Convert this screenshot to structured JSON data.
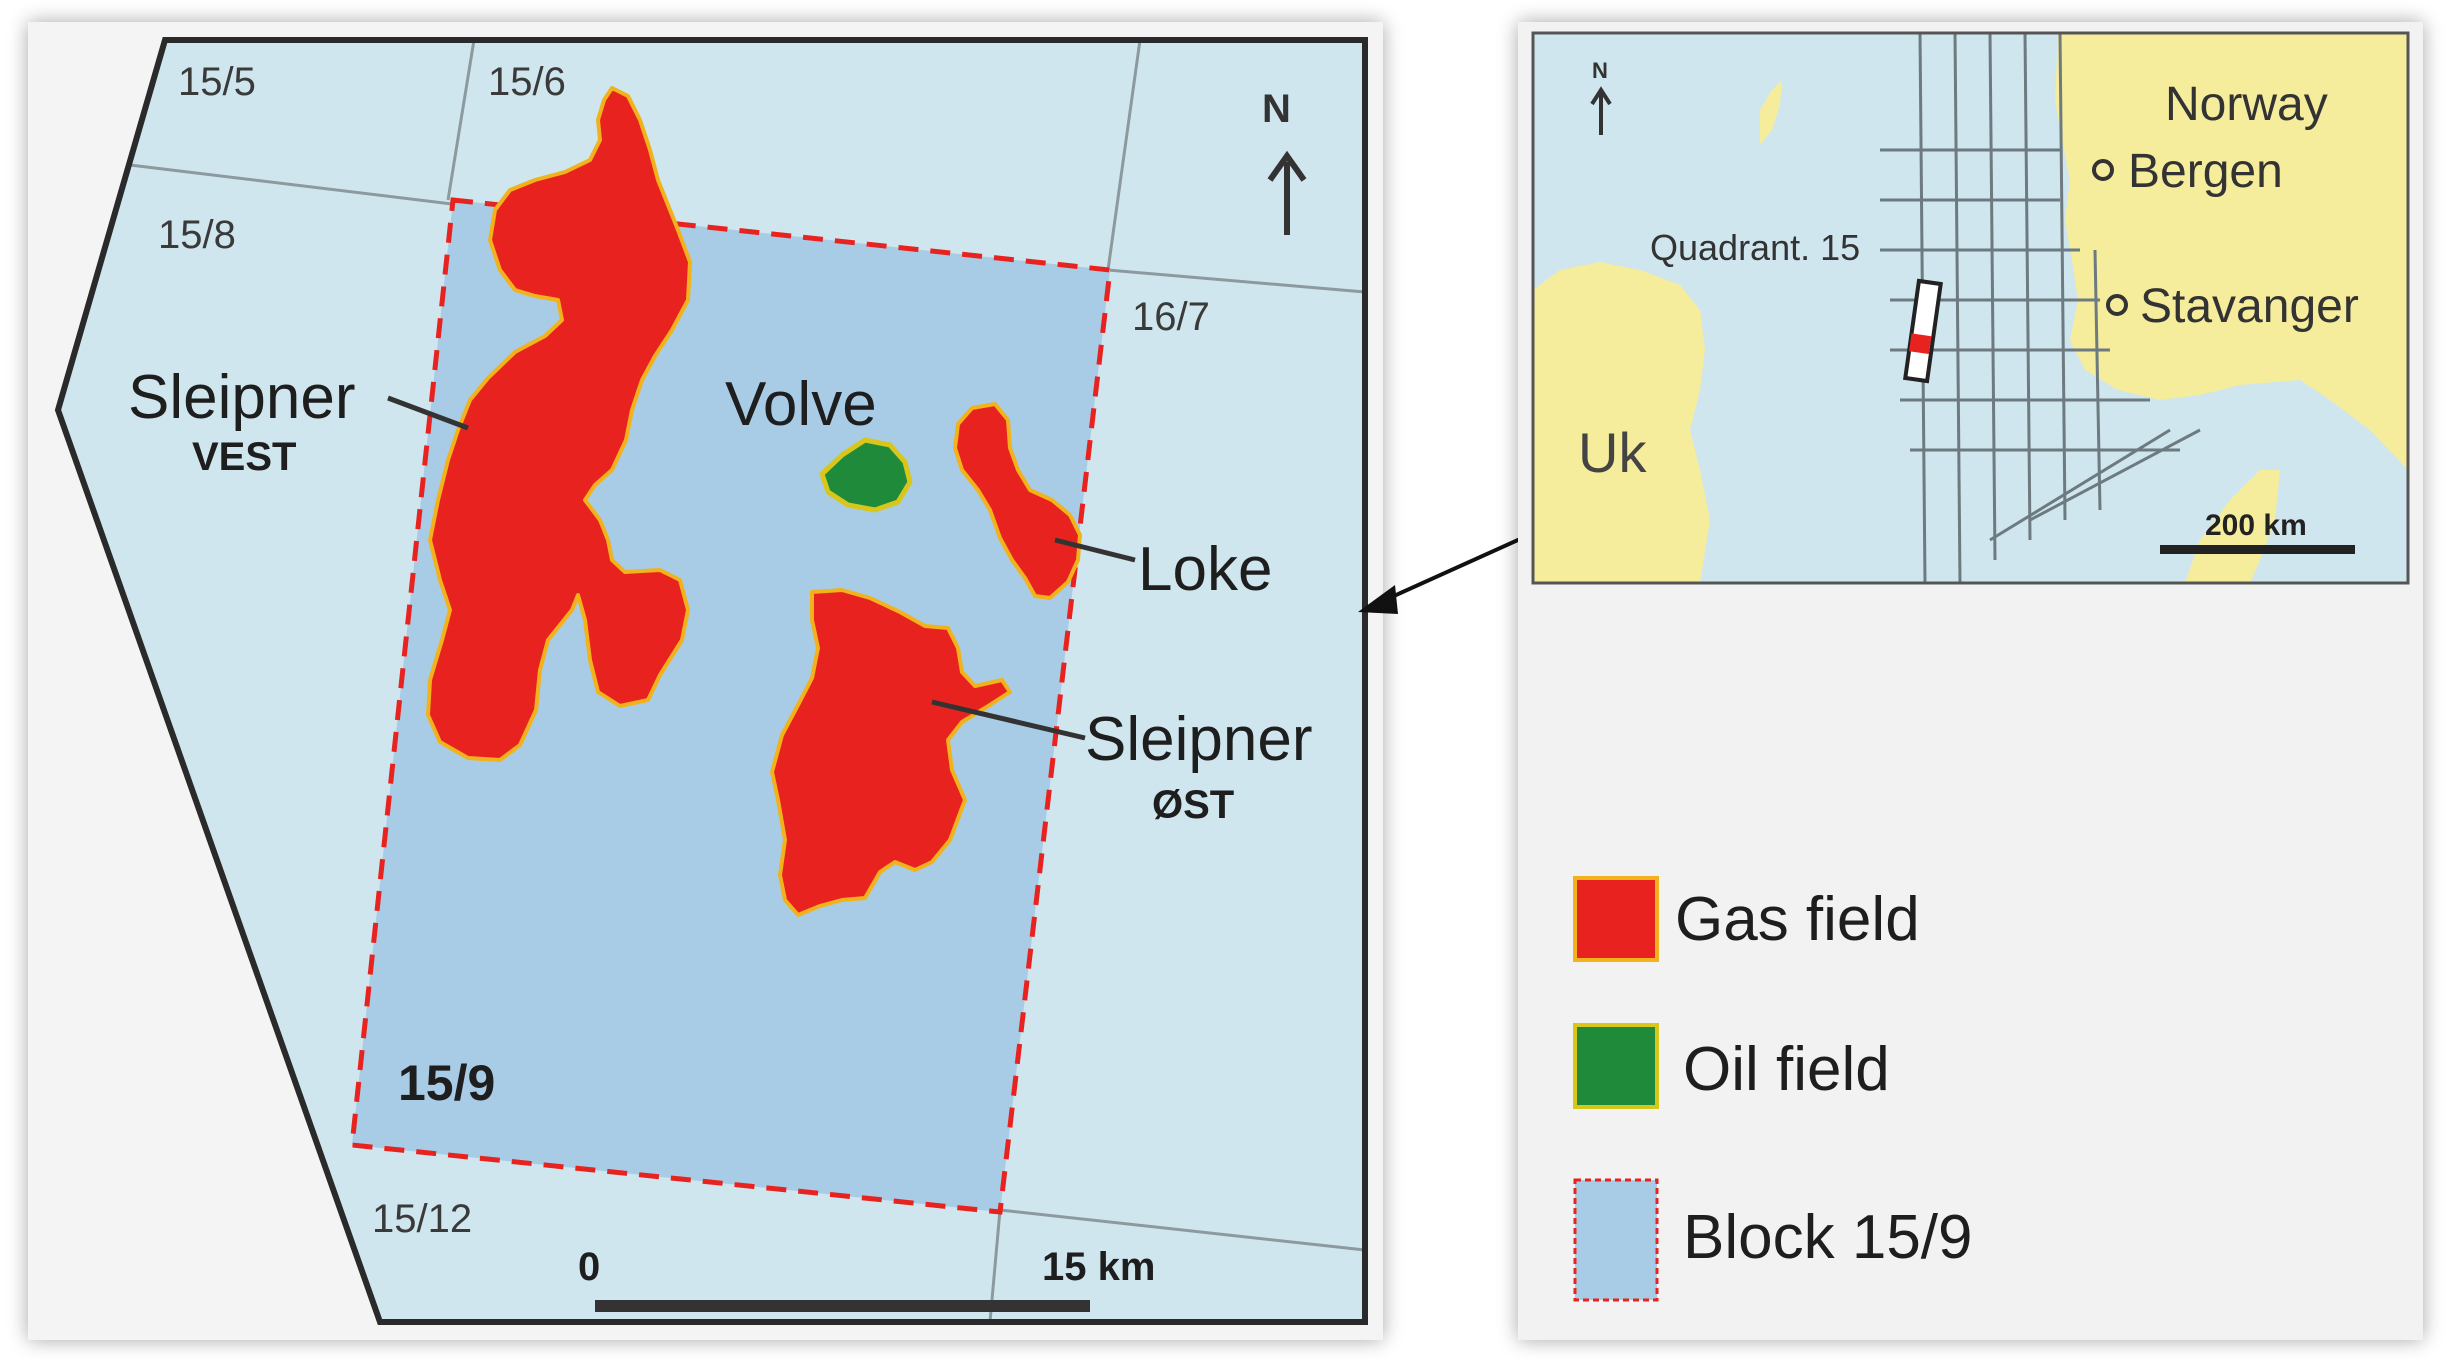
{
  "colors": {
    "sea": "#cfe6ee",
    "block": "#a8cce6",
    "gas": "#e8231f",
    "gas_outline": "#f2b21c",
    "oil": "#1f8a3a",
    "oil_outline": "#d8c71a",
    "land": "#f5ec9c",
    "frame": "#2a2a2a",
    "panel_bg": "#f2f2f2"
  },
  "main_map": {
    "block_labels": {
      "b15_5": "15/5",
      "b15_6": "15/6",
      "b15_8": "15/8",
      "b16_7": "16/7",
      "b15_9": "15/9",
      "b15_12": "15/12"
    },
    "fields": {
      "sleipner_vest": {
        "name": "Sleipner",
        "sub": "VEST"
      },
      "volve": {
        "name": "Volve"
      },
      "loke": {
        "name": "Loke"
      },
      "sleipner_ost": {
        "name": "Sleipner",
        "sub": "ØST"
      }
    },
    "north_label": "N",
    "scale": {
      "start": "0",
      "end": "15 km"
    }
  },
  "inset_map": {
    "north_label": "N",
    "labels": {
      "norway": "Norway",
      "bergen": "Bergen",
      "stavanger": "Stavanger",
      "quadrant": "Quadrant. 15",
      "uk": "Uk"
    },
    "scale": "200 km"
  },
  "legend": {
    "items": [
      {
        "label": "Gas field",
        "icon": "gas-field-swatch"
      },
      {
        "label": "Oil field",
        "icon": "oil-field-swatch"
      },
      {
        "label": "Block 15/9",
        "icon": "block-swatch"
      }
    ]
  }
}
